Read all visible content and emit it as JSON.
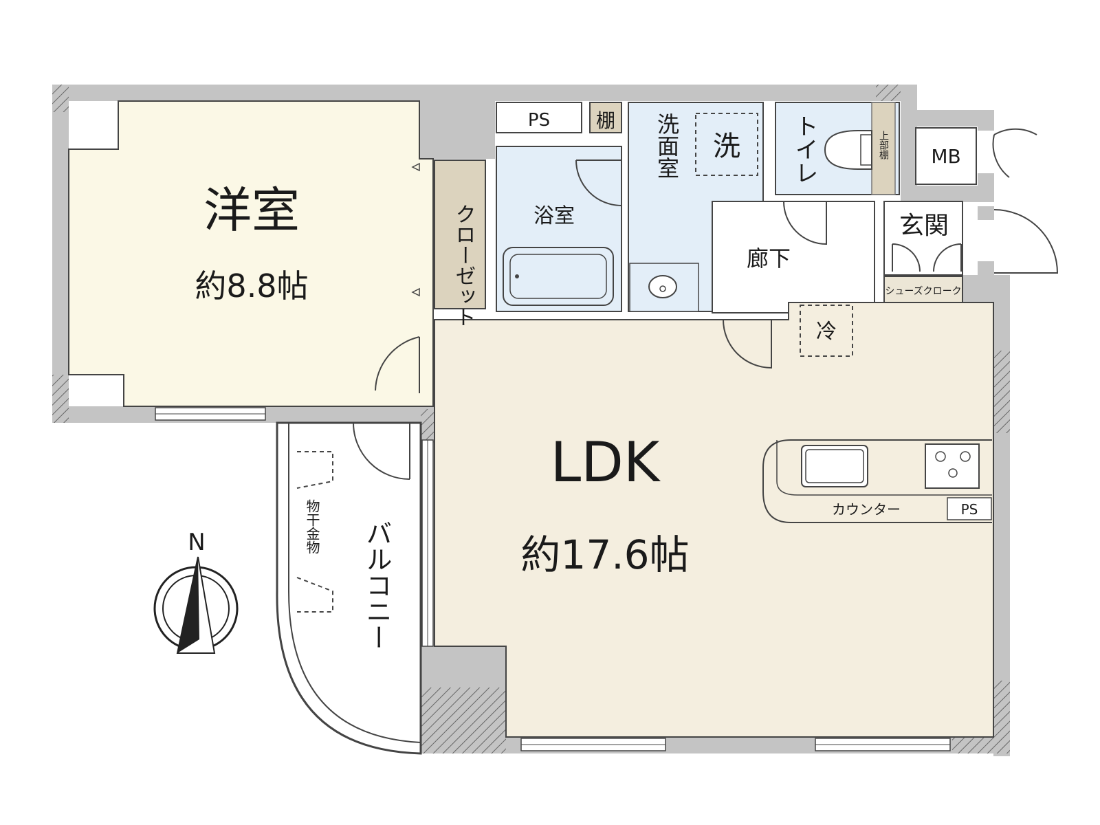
{
  "rooms": {
    "western": {
      "name": "洋室",
      "size": "約8.8帖"
    },
    "ldk": {
      "name": "LDK",
      "size": "約17.6帖"
    },
    "bathroom": {
      "name": "浴室"
    },
    "washroom": {
      "name": "洗面室"
    },
    "toilet": {
      "name": "トイレ"
    },
    "corridor": {
      "name": "廊下"
    },
    "entrance": {
      "name": "玄関"
    },
    "balcony": {
      "name": "バルコニー"
    }
  },
  "fixtures": {
    "closet": "クローゼット",
    "ps_top": "PS",
    "ps_kitchen": "PS",
    "shelf": "棚",
    "washer": "洗",
    "fridge": "冷",
    "mb": "MB",
    "shoe_cloak": "シューズクローク",
    "counter": "カウンター",
    "drying_hardware": "物干金物",
    "toilet_storage": "上部棚"
  },
  "compass": {
    "label": "N"
  },
  "colors": {
    "wall": "#c4c4c4",
    "western_floor": "#fbf8e6",
    "ldk_floor": "#f4eedf",
    "wet_area": "#e3eef8",
    "closet": "#dcd3be",
    "shoe_cloak": "#ece6d6"
  }
}
